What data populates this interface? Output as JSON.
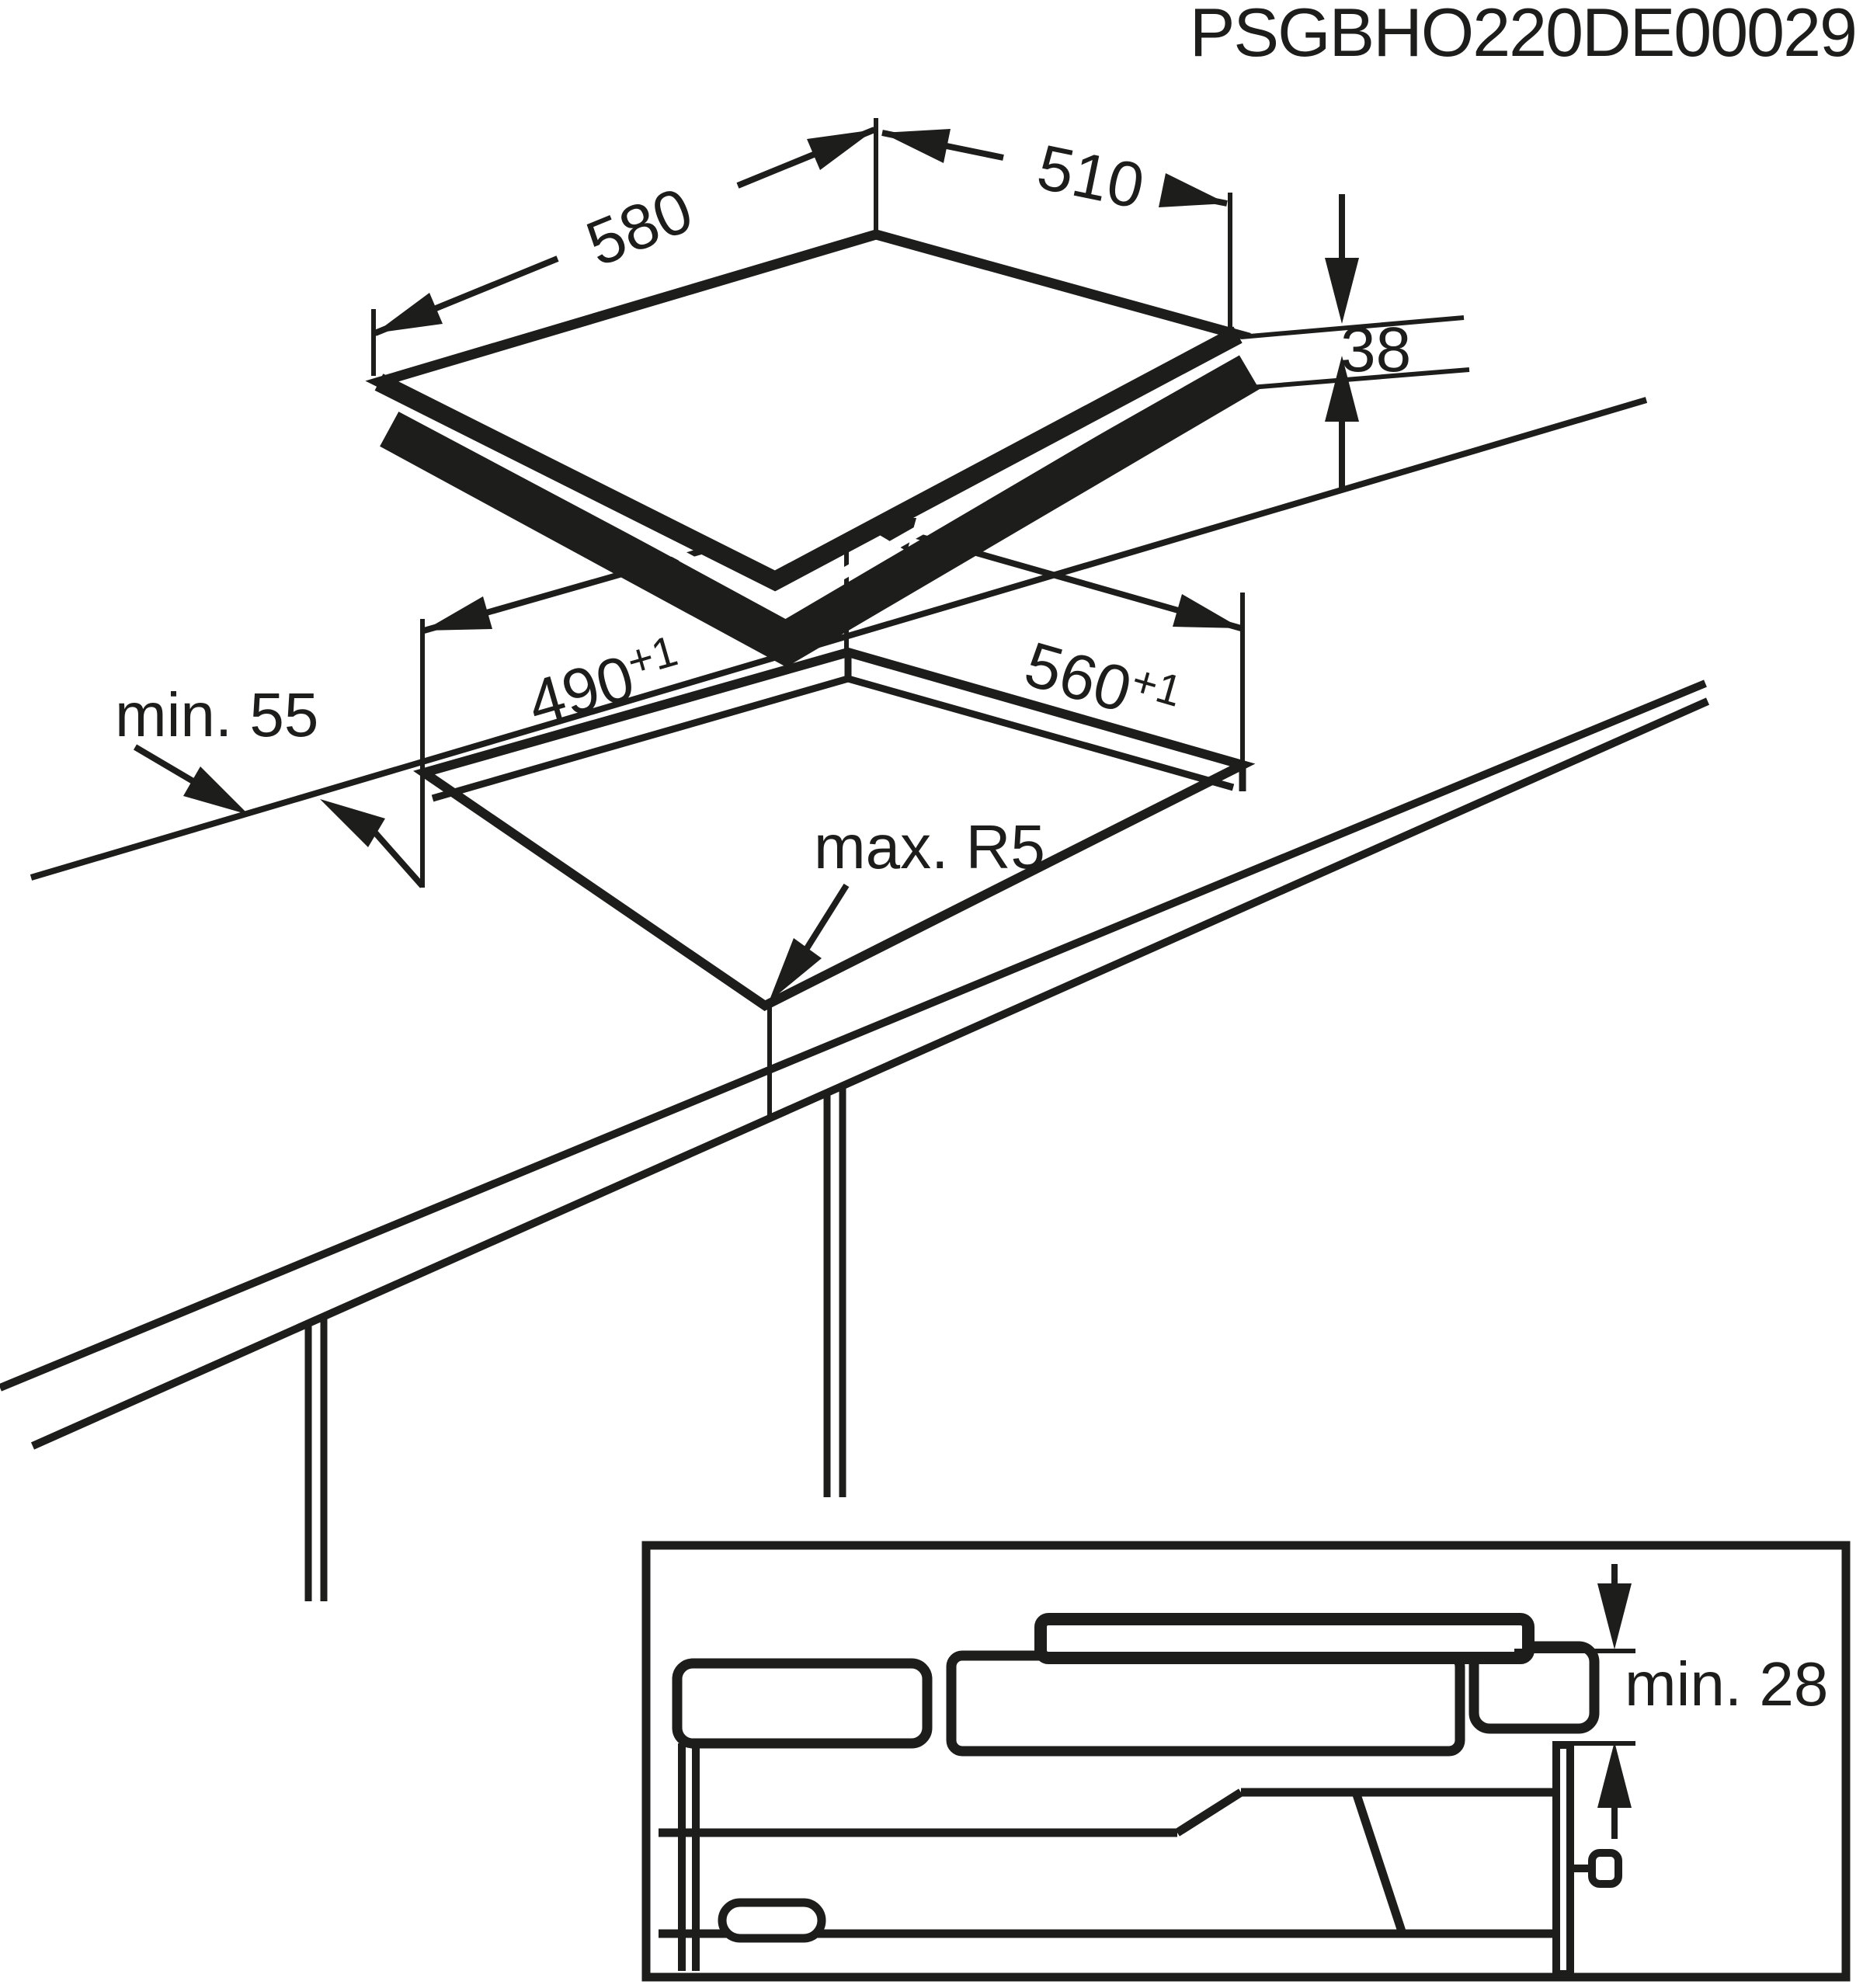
{
  "drawing_code": "PSGBHO220DE00029",
  "hob": {
    "width_label": "580",
    "depth_label": "510",
    "height_label": "38"
  },
  "cutout": {
    "depth_value": "490",
    "depth_tolerance": "+1",
    "width_value": "560",
    "width_tolerance": "+1",
    "wall_clearance_label": "min. 55",
    "corner_radius_label": "max. R5"
  },
  "inset": {
    "clearance_label": "min. 28"
  },
  "colors": {
    "ink": "#1d1d1b",
    "background": "#ffffff"
  }
}
